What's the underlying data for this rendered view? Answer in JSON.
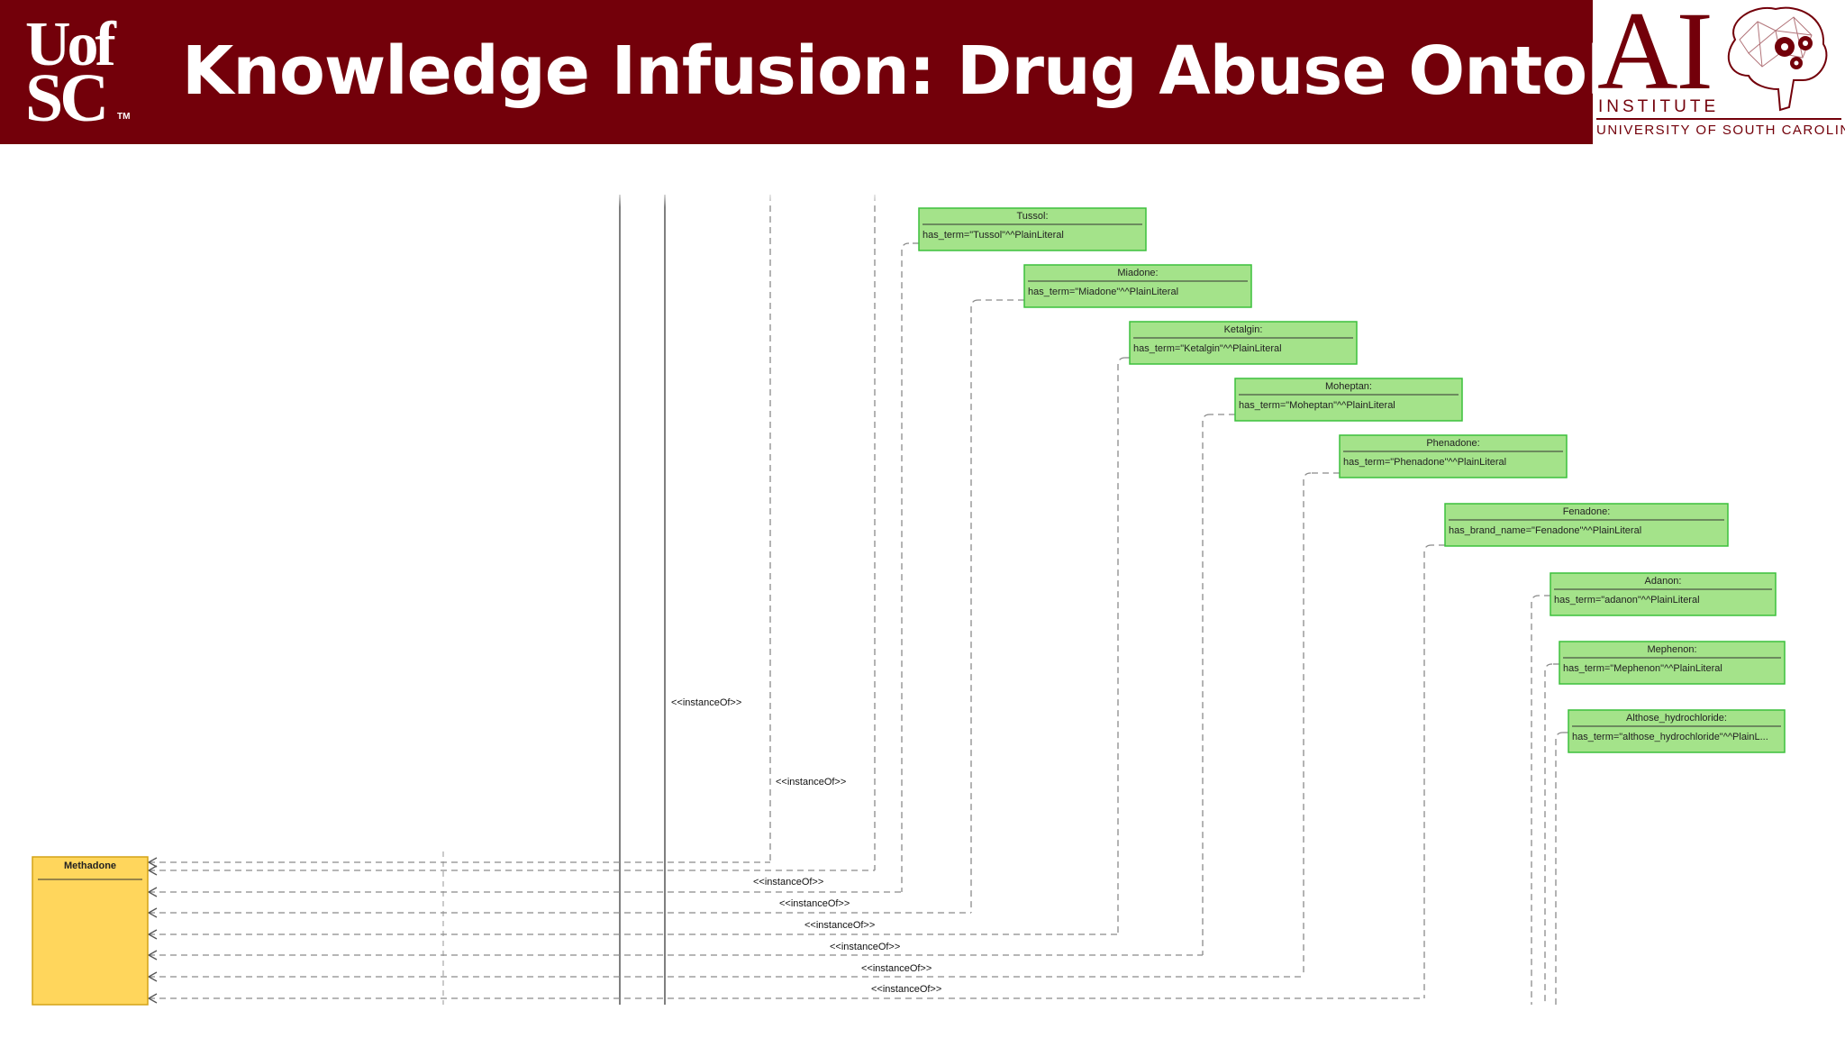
{
  "header": {
    "title": "Knowledge Infusion: Drug Abuse Ontology",
    "university_logo": {
      "line1": "Uof",
      "line2": "SC",
      "tm": "TM"
    },
    "institute_logo": {
      "mark": "AI",
      "name": "INSTITUTE",
      "university": "UNIVERSITY OF SOUTH CAROLINA"
    }
  },
  "colors": {
    "brand": "#73000a",
    "instance_fill": "#a4e38a",
    "instance_border": "#3cc03c",
    "class_fill": "#ffd65c",
    "class_border": "#d4a317"
  },
  "diagram": {
    "class_node": {
      "label": "Methadone"
    },
    "instances": [
      {
        "name": "Tussol:",
        "attr": "has_term=\"Tussol\"^^PlainLiteral"
      },
      {
        "name": "Miadone:",
        "attr": "has_term=\"Miadone\"^^PlainLiteral"
      },
      {
        "name": "Ketalgin:",
        "attr": "has_term=\"Ketalgin\"^^PlainLiteral"
      },
      {
        "name": "Moheptan:",
        "attr": "has_term=\"Moheptan\"^^PlainLiteral"
      },
      {
        "name": "Phenadone:",
        "attr": "has_term=\"Phenadone\"^^PlainLiteral"
      },
      {
        "name": "Fenadone:",
        "attr": "has_brand_name=\"Fenadone\"^^PlainLiteral"
      },
      {
        "name": "Adanon:",
        "attr": "has_term=\"adanon\"^^PlainLiteral"
      },
      {
        "name": "Mephenon:",
        "attr": "has_term=\"Mephenon\"^^PlainLiteral"
      },
      {
        "name": "Althose_hydrochloride:",
        "attr": "has_term=\"althose_hydrochloride\"^^PlainL..."
      }
    ],
    "edge_label": "<<instanceOf>>"
  }
}
